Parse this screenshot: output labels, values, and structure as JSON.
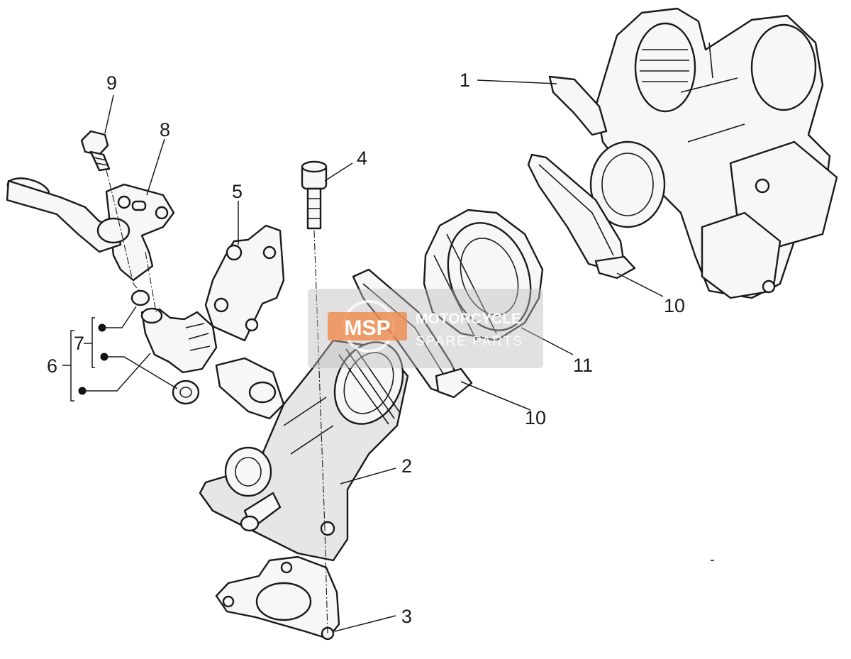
{
  "diagram": {
    "callouts": {
      "c1": "1",
      "c2": "2",
      "c3": "3",
      "c4": "4",
      "c5": "5",
      "c6": "6",
      "c7": "7",
      "c8": "8",
      "c9": "9",
      "c10a": "10",
      "c10b": "10",
      "c11": "11"
    }
  },
  "watermark": {
    "logo": "MSP",
    "line1": "MOTORCYCLE",
    "line2": "SPARE PARTS",
    "colors": {
      "orange": "#f08a4b",
      "grey": "#8a8a8a",
      "box": "#bdbdbd"
    }
  }
}
